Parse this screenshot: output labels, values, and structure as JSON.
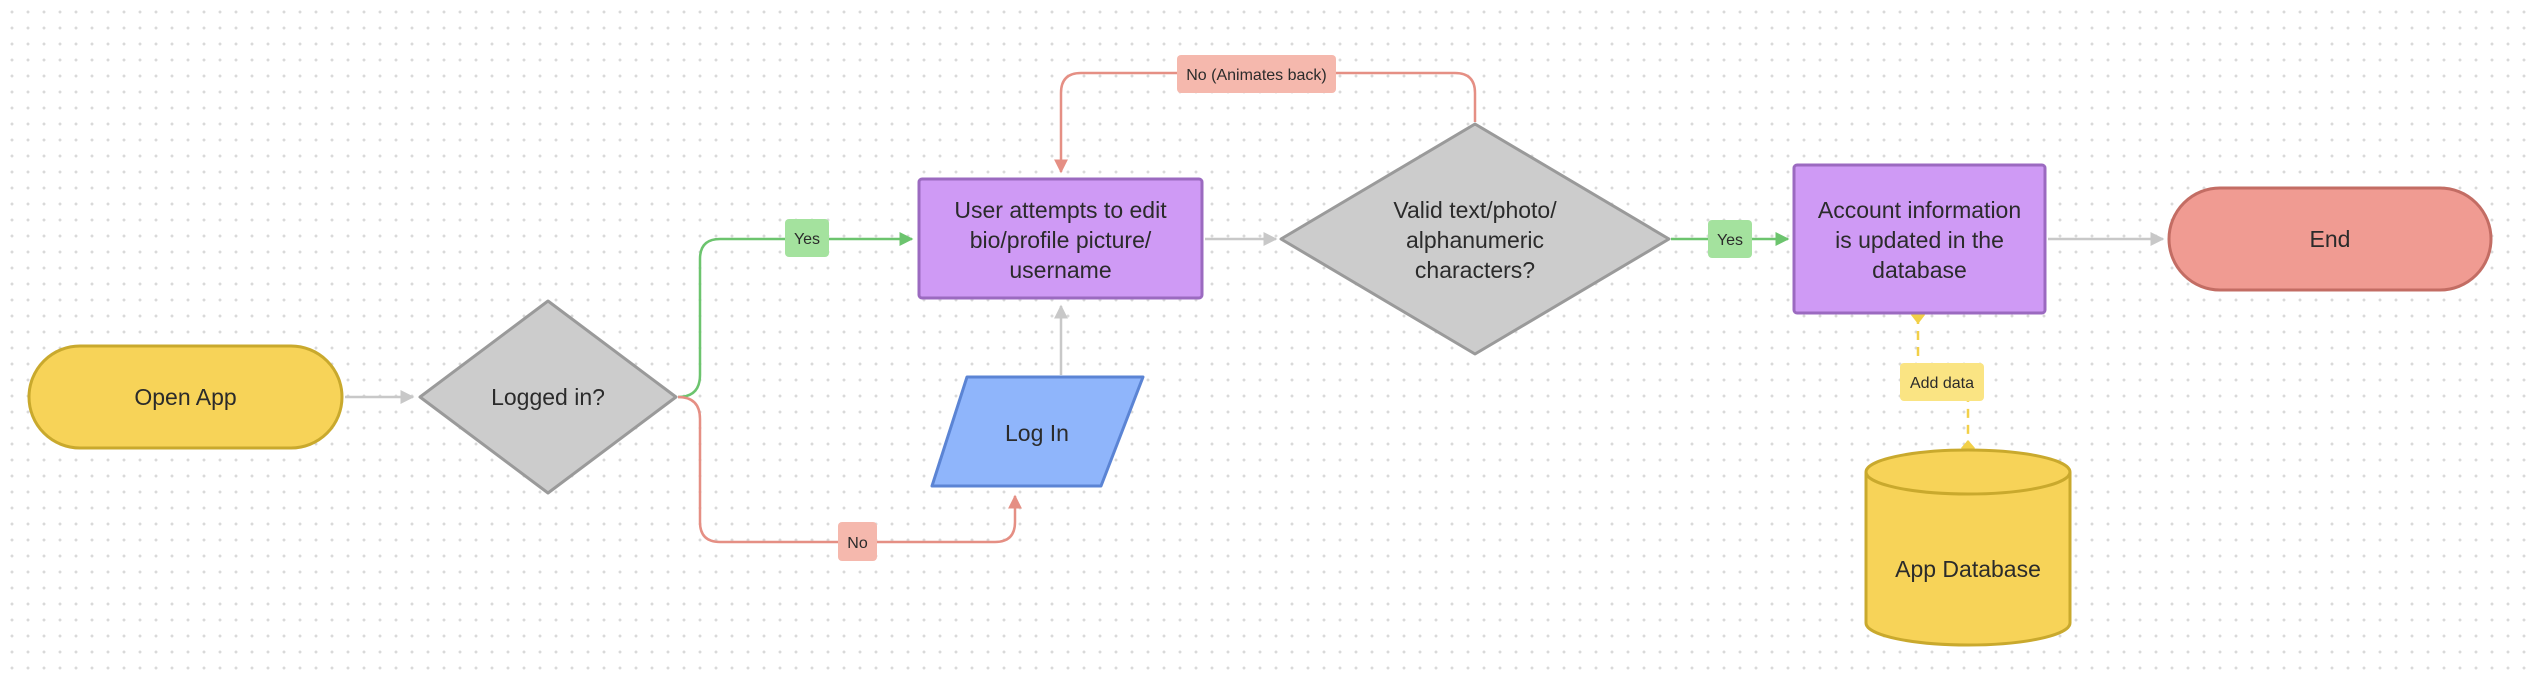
{
  "colors": {
    "terminal_start": "#f7d358",
    "terminal_end": "#f09b92",
    "decision": "#cccccc",
    "process": "#cf9af5",
    "io": "#8fb5fb",
    "database": "#f7d358",
    "yes_edge": "#6cc46e",
    "no_edge": "#e58f84",
    "default_edge": "#c8c8c8",
    "data_edge": "#f2d048"
  },
  "nodes": {
    "open_app": "Open App",
    "logged_in": "Logged in?",
    "edit": [
      "User attempts to edit",
      "bio/profile picture/",
      "username"
    ],
    "login": "Log In",
    "valid": [
      "Valid text/photo/",
      "alphanumeric",
      "characters?"
    ],
    "update": [
      "Account information",
      "is updated in the",
      "database"
    ],
    "end": "End",
    "database": "App Database"
  },
  "edge_labels": {
    "yes_login": "Yes",
    "no_login": "No",
    "yes_valid": "Yes",
    "no_valid": "No (Animates back)",
    "add_data": "Add data"
  }
}
